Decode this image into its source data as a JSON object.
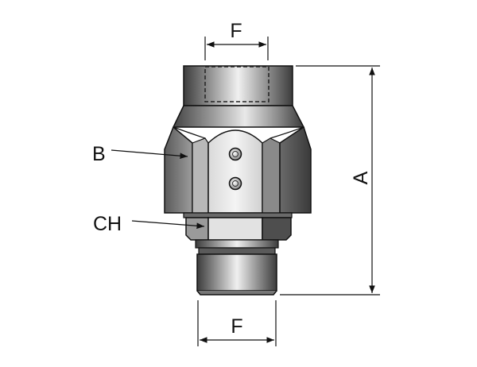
{
  "labels": {
    "f_top": "F",
    "f_bottom": "F",
    "a": "A",
    "b": "B",
    "ch": "CH"
  },
  "colors": {
    "line": "#111111",
    "metal_dark": "#4a4a4a",
    "metal_mid": "#9a9a9a",
    "metal_light": "#e6e6e6"
  }
}
